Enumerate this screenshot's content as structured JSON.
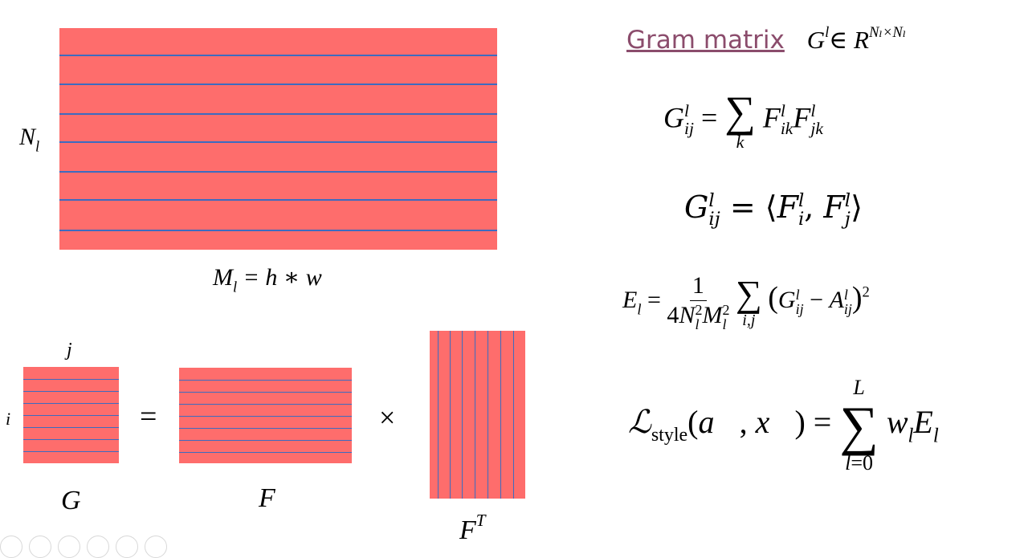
{
  "labels": {
    "rows_label": "N",
    "rows_sub": "l",
    "cols_label_lhs": "M",
    "cols_label_sub": "l",
    "cols_label_rhs": "= h ∗ w",
    "index_j": "j",
    "index_i": "i",
    "equals": "=",
    "times": "×",
    "g_label": "G",
    "f_label": "F",
    "ft_label": "F",
    "ft_sup": "T"
  },
  "formulas": {
    "gram_link": "Gram matrix",
    "gram_def": "G",
    "gram_def_sup": "l",
    "gram_def_in": "∈ R",
    "gram_def_dims": "Nₗ×Nₗ",
    "eq1": "G^l_ij = Σ_k F^l_ik F^l_jk",
    "eq2": "G^l_ij = ⟨F^l_i, F^l_j⟩",
    "eq3": "E_l = 1/(4 N_l² M_l²) Σ_i,j (G^l_ij − A^l_ij)²",
    "eq4": "L_style(a⃗, x⃗) = Σ_{l=0}^{L} w_l E_l"
  },
  "colors": {
    "matrix_fill": "#fe6d6c",
    "row_line": "#3d6bc0",
    "link": "#8b4c6c"
  }
}
